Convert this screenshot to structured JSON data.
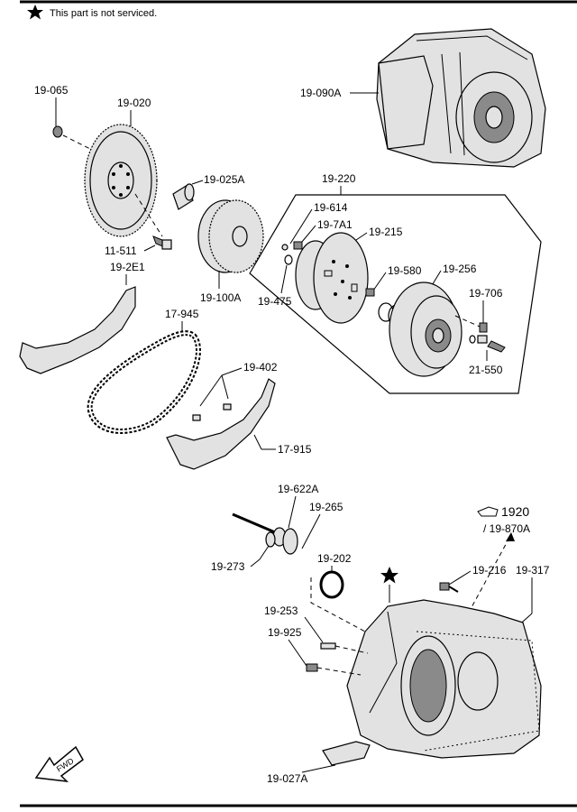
{
  "legend": {
    "note": "This part is not  serviced."
  },
  "parts": {
    "p19_065": "19-065",
    "p19_020": "19-020",
    "p19_090A": "19-090A",
    "p19_025A": "19-025A",
    "p19_220": "19-220",
    "p19_614": "19-614",
    "p19_7A1": "19-7A1",
    "p19_215": "19-215",
    "p11_511": "11-511",
    "p19_2E1": "19-2E1",
    "p19_100A": "19-100A",
    "p19_580": "19-580",
    "p19_256": "19-256",
    "p19_475": "19-475",
    "p19_706": "19-706",
    "p17_945": "17-945",
    "p21_550": "21-550",
    "p19_402": "19-402",
    "p17_915": "17-915",
    "p19_622A": "19-622A",
    "p19_265": "19-265",
    "p19_202": "19-202",
    "p19_273": "19-273",
    "p19_216": "19-216",
    "p19_317": "19-317",
    "p19_253": "19-253",
    "p19_925": "19-925",
    "p19_027A": "19-027A"
  },
  "reference": {
    "group": "1920",
    "part": "/ 19-870A"
  },
  "fwd": "FWD"
}
